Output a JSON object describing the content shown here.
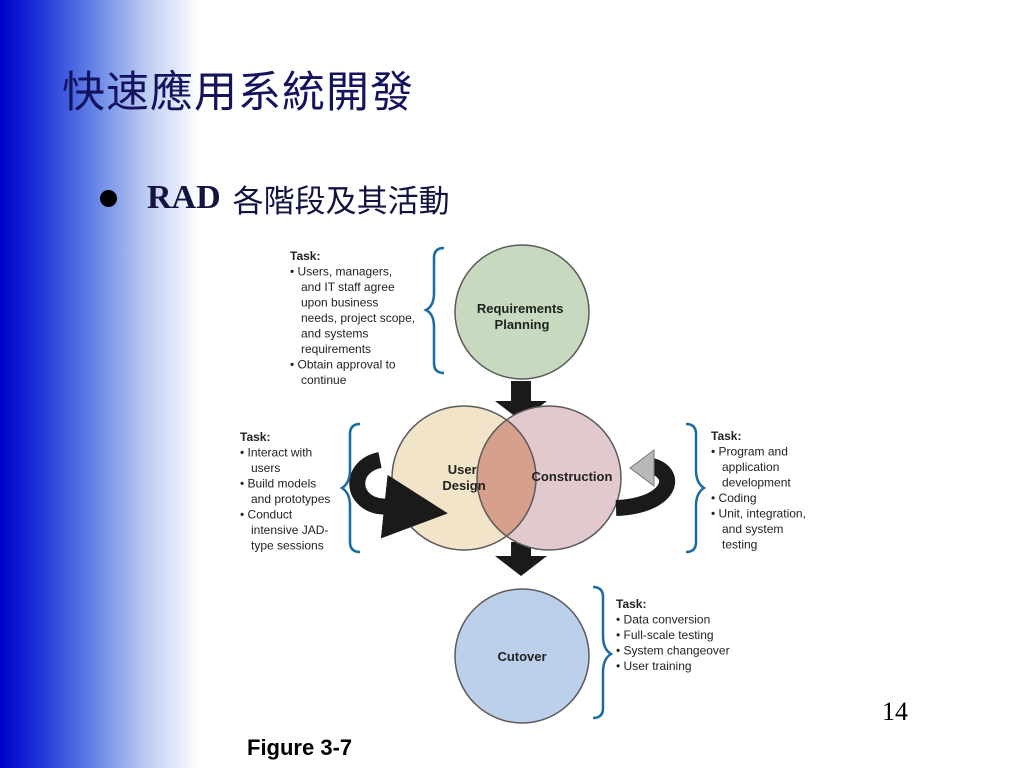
{
  "slide": {
    "title": "快速應用系統開發",
    "bullet_strong": "RAD",
    "bullet_rest": "各階段及其活動",
    "figure_caption": "Figure 3-7",
    "page_number": "14"
  },
  "diagram": {
    "phases": {
      "requirements": [
        "Requirements",
        "Planning"
      ],
      "user_design": [
        "User",
        "Design"
      ],
      "construction": [
        "Construction"
      ],
      "cutover": [
        "Cutover"
      ]
    },
    "tasks": {
      "requirements": [
        "Task:",
        "• Users, managers,",
        "and IT staff agree",
        "upon business",
        "needs, project scope,",
        "and systems",
        "requirements",
        "• Obtain approval to",
        "continue"
      ],
      "user_design": [
        "Task:",
        "• Interact with",
        "users",
        "• Build models",
        "and prototypes",
        "• Conduct",
        "intensive JAD-",
        "type sessions"
      ],
      "construction": [
        "Task:",
        "• Program and",
        "application",
        "development",
        "• Coding",
        "• Unit, integration,",
        "and system",
        "testing"
      ],
      "cutover": [
        "Task:",
        "• Data conversion",
        "• Full-scale testing",
        "• System changeover",
        "• User training"
      ]
    },
    "colors": {
      "requirements": "#c7d9be",
      "user_design": "#f1e4c8",
      "construction": "#e2c9cd",
      "overlap": "#d7a08c",
      "cutover": "#bcd0ec",
      "brace": "#1a6aa3",
      "arrow": "#1a1a1a"
    }
  }
}
